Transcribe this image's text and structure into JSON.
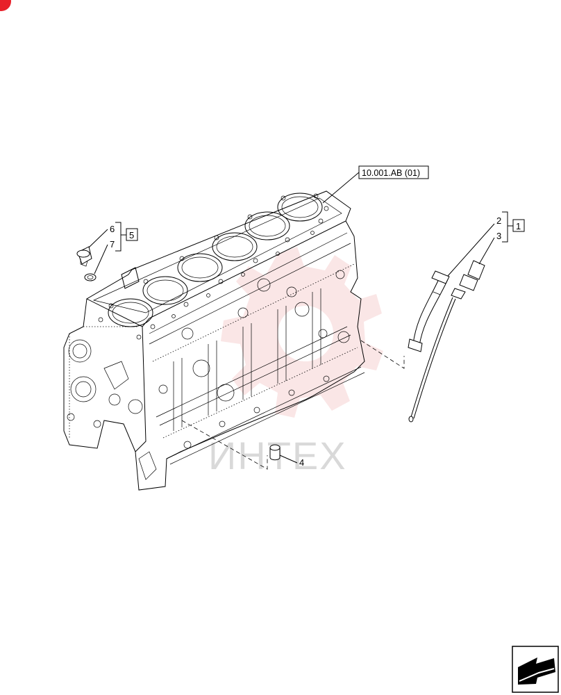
{
  "drawing": {
    "reference_label": "10.001.AB (01)",
    "watermark_text": "ИНТЕХ",
    "watermark_color": "#f2b7b7",
    "corner_badge_color": "#e8202a"
  },
  "callouts": {
    "c1": "1",
    "c2": "2",
    "c3": "3",
    "c4": "4",
    "c5": "5",
    "c6": "6",
    "c7": "7"
  },
  "nav": {
    "icon": "arrow-navigation-icon"
  }
}
